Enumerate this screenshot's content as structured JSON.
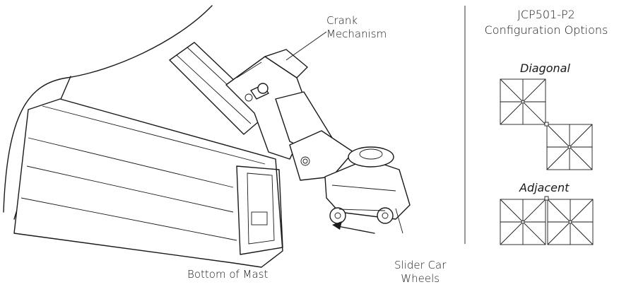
{
  "labels": {
    "crank_line1": "Crank",
    "crank_line2": "Mechanism",
    "slider_line1": "Slider Car",
    "slider_line2": "Wheels",
    "mast": "Bottom of Mast"
  },
  "options_panel": {
    "title_line1": "JCP501-P2",
    "title_line2": "Configuration Options",
    "diagonal_label": "Diagonal",
    "adjacent_label": "Adjacent"
  }
}
